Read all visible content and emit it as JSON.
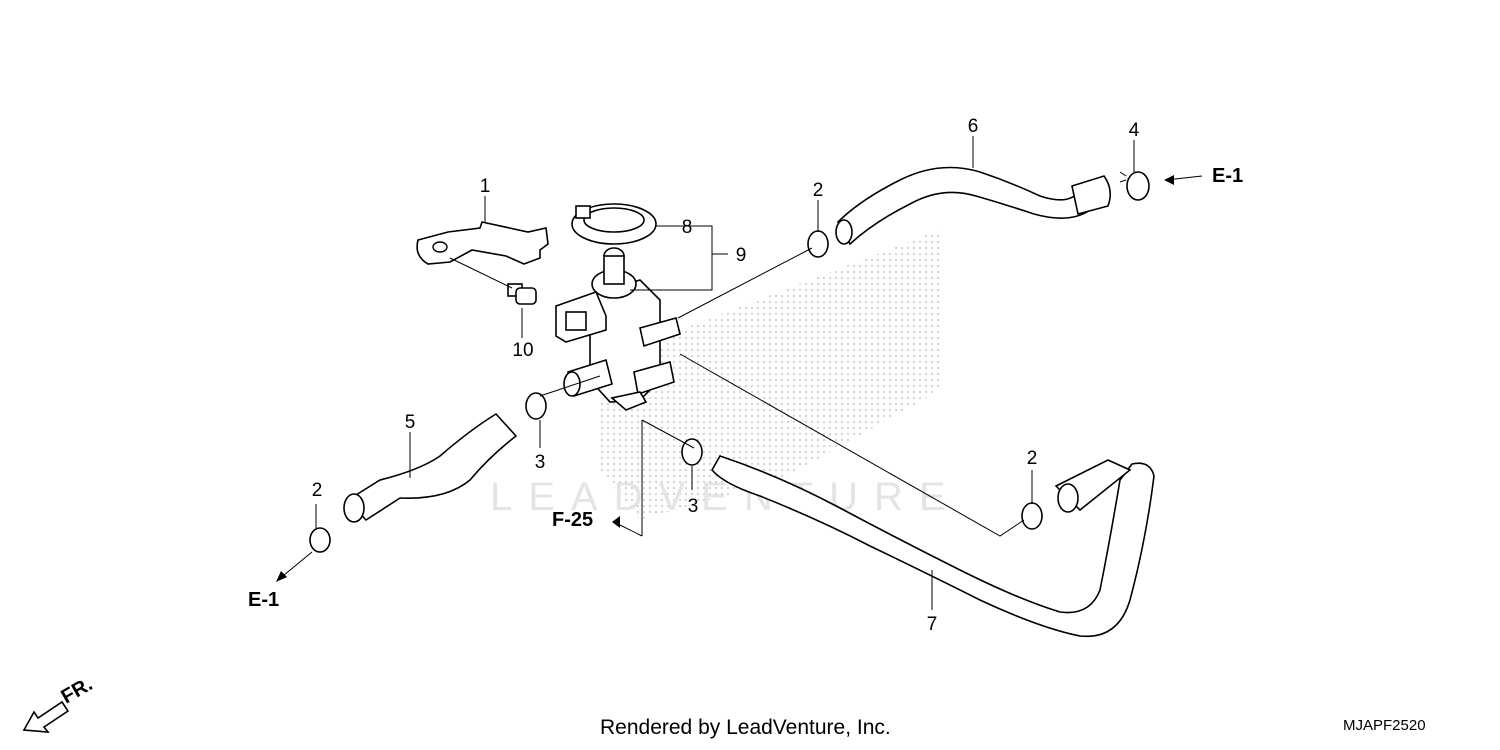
{
  "callouts": {
    "p1": "1",
    "p2a": "2",
    "p2b": "2",
    "p2c": "2",
    "p3a": "3",
    "p3b": "3",
    "p4": "4",
    "p5": "5",
    "p6": "6",
    "p7": "7",
    "p8": "8",
    "p9": "9",
    "p10": "10"
  },
  "references": {
    "e1_right": "E-1",
    "e1_left": "E-1",
    "f25": "F-25",
    "front": "FR."
  },
  "watermark": "LEADVENTURE",
  "footer": {
    "rendered_by": "Rendered by LeadVenture, Inc.",
    "diagram_code": "MJAPF2520"
  },
  "icons": [
    "front-direction-arrow-icon",
    "reference-arrow-icon"
  ]
}
